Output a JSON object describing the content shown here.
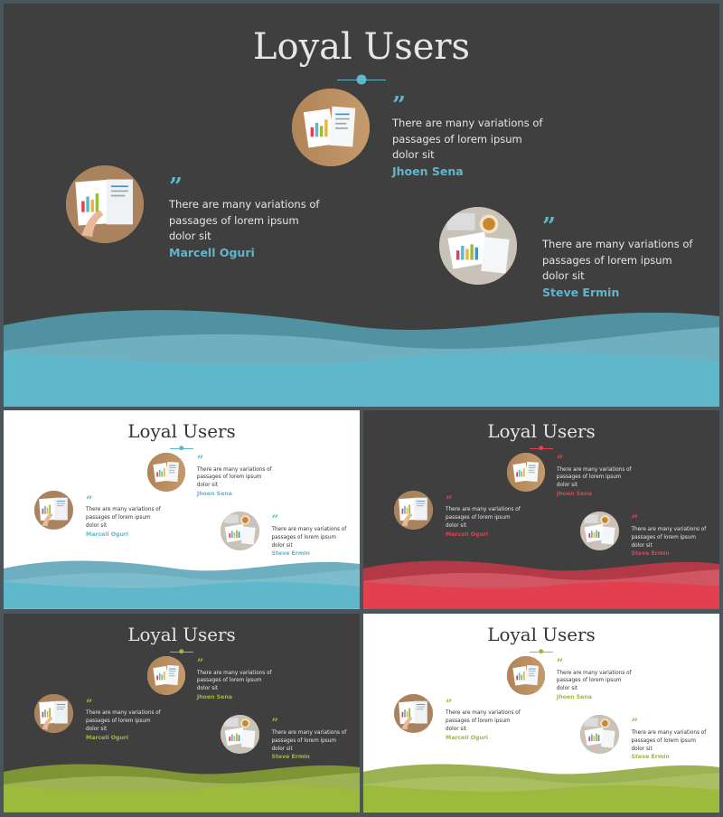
{
  "slides": [
    {
      "id": "main",
      "title": "Loyal Users",
      "accent": "#5fb7cc",
      "bg": "#3f3f3f",
      "text_color": "#e6e6e6",
      "testimonials": [
        {
          "quote_mark": "”",
          "text": [
            "There are many variations of",
            "passages of lorem ipsum",
            "dolor sit"
          ],
          "author": "Jhoen Sena"
        },
        {
          "quote_mark": "”",
          "text": [
            "There are many variations of",
            "passages of lorem ipsum",
            "dolor sit"
          ],
          "author": "Marcell Oguri"
        },
        {
          "quote_mark": "”",
          "text": [
            "There are many variations of",
            "passages of lorem ipsum",
            "dolor sit"
          ],
          "author": "Steve Ermin"
        }
      ]
    },
    {
      "id": "light-blue",
      "title": "Loyal Users",
      "accent": "#5fb7cc",
      "bg": "#ffffff",
      "text_color": "#333333",
      "testimonials": [
        {
          "quote_mark": "”",
          "text": [
            "There are many variations of",
            "passages of lorem ipsum",
            "dolor sit"
          ],
          "author": "Jhoen Sena"
        },
        {
          "quote_mark": "”",
          "text": [
            "There are many variations of",
            "passages of lorem ipsum",
            "dolor sit"
          ],
          "author": "Marcell Oguri"
        },
        {
          "quote_mark": "”",
          "text": [
            "There are many variations of",
            "passages of lorem ipsum",
            "dolor sit"
          ],
          "author": "Steve Ermin"
        }
      ]
    },
    {
      "id": "dark-red",
      "title": "Loyal Users",
      "accent": "#e2404f",
      "bg": "#3f3f3f",
      "text_color": "#e6e6e6",
      "testimonials": [
        {
          "quote_mark": "”",
          "text": [
            "There are many variations of",
            "passages of lorem ipsum",
            "dolor sit"
          ],
          "author": "Jhoen Sena"
        },
        {
          "quote_mark": "”",
          "text": [
            "There are many variations of",
            "passages of lorem ipsum",
            "dolor sit"
          ],
          "author": "Marcell Oguri"
        },
        {
          "quote_mark": "”",
          "text": [
            "There are many variations of",
            "passages of lorem ipsum",
            "dolor sit"
          ],
          "author": "Steve Ermin"
        }
      ]
    },
    {
      "id": "dark-green",
      "title": "Loyal Users",
      "accent": "#9cba3c",
      "bg": "#3f3f3f",
      "text_color": "#e6e6e6",
      "testimonials": [
        {
          "quote_mark": "”",
          "text": [
            "There are many variations of",
            "passages of lorem ipsum",
            "dolor sit"
          ],
          "author": "Jhoen Sena"
        },
        {
          "quote_mark": "”",
          "text": [
            "There are many variations of",
            "passages of lorem ipsum",
            "dolor sit"
          ],
          "author": "Marcell Oguri"
        },
        {
          "quote_mark": "”",
          "text": [
            "There are many variations of",
            "passages of lorem ipsum",
            "dolor sit"
          ],
          "author": "Steve Ermin"
        }
      ]
    },
    {
      "id": "light-green",
      "title": "Loyal Users",
      "accent": "#9cba3c",
      "bg": "#ffffff",
      "text_color": "#333333",
      "testimonials": [
        {
          "quote_mark": "”",
          "text": [
            "There are many variations of",
            "passages of lorem ipsum",
            "dolor sit"
          ],
          "author": "Jhoen Sena"
        },
        {
          "quote_mark": "”",
          "text": [
            "There are many variations of",
            "passages of lorem ipsum",
            "dolor sit"
          ],
          "author": "Marcell Oguri"
        },
        {
          "quote_mark": "”",
          "text": [
            "There are many variations of",
            "passages of lorem ipsum",
            "dolor sit"
          ],
          "author": "Steve Ermin"
        }
      ]
    }
  ]
}
